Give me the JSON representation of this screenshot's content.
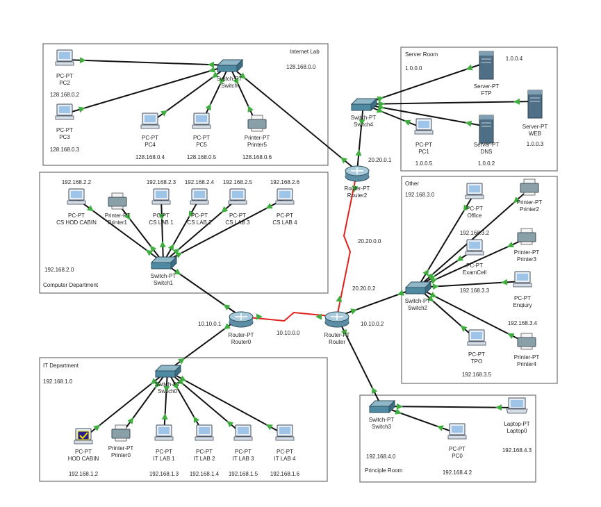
{
  "areas": [
    {
      "id": "internet_lab",
      "title": "Internet Lab",
      "network": "128.168.0.0"
    },
    {
      "id": "server_room",
      "title": "Server Room",
      "network": "1.0.0.0"
    },
    {
      "id": "computer_dept",
      "title": "Computer Department",
      "network": "192.168.2.0"
    },
    {
      "id": "other",
      "title": "Other",
      "network": "192.168.3.0"
    },
    {
      "id": "it_dept",
      "title": "IT Department",
      "network": "192.168.1.0"
    },
    {
      "id": "principle_room",
      "title": "Principle Room",
      "network": "192.168.4.0"
    }
  ],
  "devices": {
    "pc2": {
      "type": "PC-PT",
      "name": "PC2",
      "ip": "128.168.0.2",
      "icon": "pc-icon"
    },
    "pc3": {
      "type": "PC-PT",
      "name": "PC3",
      "ip": "128.168.0.3",
      "icon": "pc-icon"
    },
    "pc4": {
      "type": "PC-PT",
      "name": "PC4",
      "ip": "128.168.0.4",
      "icon": "pc-icon"
    },
    "pc5": {
      "type": "PC-PT",
      "name": "PC5",
      "ip": "128.168.0.5",
      "icon": "pc-icon"
    },
    "printer5": {
      "type": "Printer-PT",
      "name": "Printer5",
      "ip": "128.168.0.6",
      "icon": "printer-icon"
    },
    "switch_lab": {
      "type": "Switch-PT",
      "name": "Switch",
      "icon": "switch-icon"
    },
    "ftp": {
      "type": "Server-PT",
      "name": "FTP",
      "ip": "1.0.0.4",
      "icon": "server-icon"
    },
    "dns": {
      "type": "Server-PT",
      "name": "DNS",
      "ip": "1.0.0.2",
      "icon": "server-icon"
    },
    "web": {
      "type": "Server-PT",
      "name": "WEB",
      "ip": "1.0.0.3",
      "icon": "server-icon"
    },
    "pc1": {
      "type": "PC-PT",
      "name": "PC1",
      "ip": "1.0.0.5",
      "icon": "pc-icon"
    },
    "switch4": {
      "type": "Switch-PT",
      "name": "Switch4",
      "icon": "switch-icon"
    },
    "router2": {
      "type": "Router-PT",
      "name": "Router2",
      "icon": "router-icon"
    },
    "cs_hod": {
      "type": "PC-PT",
      "name": "CS HOD CABIN",
      "ip": "192.168.2.2",
      "icon": "pc-icon"
    },
    "printer1": {
      "type": "Printer-PT",
      "name": "Printer1",
      "icon": "printer-icon"
    },
    "cs_lab1": {
      "type": "PC-PT",
      "name": "CS LAB 1",
      "ip": "192.168.2.3",
      "icon": "pc-icon"
    },
    "cs_lab2": {
      "type": "PC-PT",
      "name": "CS LAB 2",
      "ip": "192.168.2.4",
      "icon": "pc-icon"
    },
    "cs_lab3": {
      "type": "PC-PT",
      "name": "CS LAB 3",
      "ip": "192.168.2.5",
      "icon": "pc-icon"
    },
    "cs_lab4": {
      "type": "PC-PT",
      "name": "CS LAB 4",
      "ip": "192.168.2.6",
      "icon": "pc-icon"
    },
    "switch1": {
      "type": "Switch-PT",
      "name": "Switch1",
      "icon": "switch-icon"
    },
    "router0": {
      "type": "Router-PT",
      "name": "Router0",
      "icon": "router-icon"
    },
    "router": {
      "type": "Router-PT",
      "name": "Router",
      "icon": "router-icon"
    },
    "office": {
      "type": "PC-PT",
      "name": "Office",
      "ip": "192.168.3.2",
      "icon": "pc-icon"
    },
    "printer2": {
      "type": "Printer-PT",
      "name": "Printer2",
      "icon": "printer-icon"
    },
    "examcell": {
      "type": "PC-PT",
      "name": "ExamCell",
      "ip": "192.168.3.3",
      "icon": "pc-icon"
    },
    "printer3": {
      "type": "Printer-PT",
      "name": "Printer3",
      "icon": "printer-icon"
    },
    "enquiry": {
      "type": "PC-PT",
      "name": "Enqiury",
      "ip": "192.168.3.4",
      "icon": "pc-icon"
    },
    "tpo": {
      "type": "PC-PT",
      "name": "TPO",
      "ip": "192.168.3.5",
      "icon": "pc-icon"
    },
    "printer4": {
      "type": "Printer-PT",
      "name": "Printer4",
      "icon": "printer-icon"
    },
    "switch2": {
      "type": "Switch-PT",
      "name": "Switch2",
      "icon": "switch-icon"
    },
    "switch0": {
      "type": "Switch-PT",
      "name": "Switch0",
      "icon": "switch-icon"
    },
    "hod_cabin": {
      "type": "PC-PT",
      "name": "HOD CABIN",
      "ip": "192.168.1.2",
      "icon": "pc-icon"
    },
    "printer0": {
      "type": "Printer-PT",
      "name": "Printer0",
      "icon": "printer-icon"
    },
    "it_lab1": {
      "type": "PC-PT",
      "name": "IT LAB 1",
      "ip": "192.168.1.3",
      "icon": "pc-icon"
    },
    "it_lab2": {
      "type": "PC-PT",
      "name": "IT LAB 2",
      "ip": "192.168.1.4",
      "icon": "pc-icon"
    },
    "it_lab3": {
      "type": "PC-PT",
      "name": "IT LAB 3",
      "ip": "192.168.1.5",
      "icon": "pc-icon"
    },
    "it_lab4": {
      "type": "PC-PT",
      "name": "IT LAB 4",
      "ip": "192.168.1.6",
      "icon": "pc-icon"
    },
    "switch3": {
      "type": "Switch-PT",
      "name": "Switch3",
      "icon": "switch-icon"
    },
    "pc0": {
      "type": "PC-PT",
      "name": "PC0",
      "ip": "192.168.4.2",
      "icon": "pc-icon"
    },
    "laptop0": {
      "type": "Laptop-PT",
      "name": "Laptop0",
      "ip": "192.168.4.3",
      "icon": "laptop-icon"
    }
  },
  "links": [
    {
      "from": "switch_lab",
      "to": "pc2"
    },
    {
      "from": "switch_lab",
      "to": "pc3"
    },
    {
      "from": "switch_lab",
      "to": "pc4"
    },
    {
      "from": "switch_lab",
      "to": "pc5"
    },
    {
      "from": "switch_lab",
      "to": "printer5"
    },
    {
      "from": "switch_lab",
      "to": "router2"
    },
    {
      "from": "switch4",
      "to": "ftp"
    },
    {
      "from": "switch4",
      "to": "web"
    },
    {
      "from": "switch4",
      "to": "dns"
    },
    {
      "from": "switch4",
      "to": "pc1"
    },
    {
      "from": "switch4",
      "to": "router2"
    },
    {
      "from": "router2",
      "to": "router",
      "serial": true
    },
    {
      "from": "switch1",
      "to": "cs_hod"
    },
    {
      "from": "switch1",
      "to": "printer1"
    },
    {
      "from": "switch1",
      "to": "cs_lab1"
    },
    {
      "from": "switch1",
      "to": "cs_lab2"
    },
    {
      "from": "switch1",
      "to": "cs_lab3"
    },
    {
      "from": "switch1",
      "to": "cs_lab4"
    },
    {
      "from": "switch1",
      "to": "router0"
    },
    {
      "from": "router0",
      "to": "router",
      "serial": true
    },
    {
      "from": "router0",
      "to": "switch0"
    },
    {
      "from": "router",
      "to": "switch2"
    },
    {
      "from": "router",
      "to": "switch3"
    },
    {
      "from": "switch2",
      "to": "office"
    },
    {
      "from": "switch2",
      "to": "printer2"
    },
    {
      "from": "switch2",
      "to": "examcell"
    },
    {
      "from": "switch2",
      "to": "printer3"
    },
    {
      "from": "switch2",
      "to": "enquiry"
    },
    {
      "from": "switch2",
      "to": "tpo"
    },
    {
      "from": "switch2",
      "to": "printer4"
    },
    {
      "from": "switch0",
      "to": "hod_cabin"
    },
    {
      "from": "switch0",
      "to": "printer0"
    },
    {
      "from": "switch0",
      "to": "it_lab1"
    },
    {
      "from": "switch0",
      "to": "it_lab2"
    },
    {
      "from": "switch0",
      "to": "it_lab3"
    },
    {
      "from": "switch0",
      "to": "it_lab4"
    },
    {
      "from": "switch3",
      "to": "pc0"
    },
    {
      "from": "switch3",
      "to": "laptop0"
    }
  ],
  "network_labels": {
    "r2_lab": "20.20.0.1",
    "r2_r": "20.20.0.0",
    "r_r2": "20.20.0.2",
    "r0_sw1": "10.10.0.1",
    "r0_r": "10.10.0.0",
    "r_sw": "10.10.0.2"
  },
  "colors": {
    "link": "#111111",
    "serial": "#e0201a",
    "link_up": "#3fae3f",
    "area_border": "#6e6e6e"
  }
}
